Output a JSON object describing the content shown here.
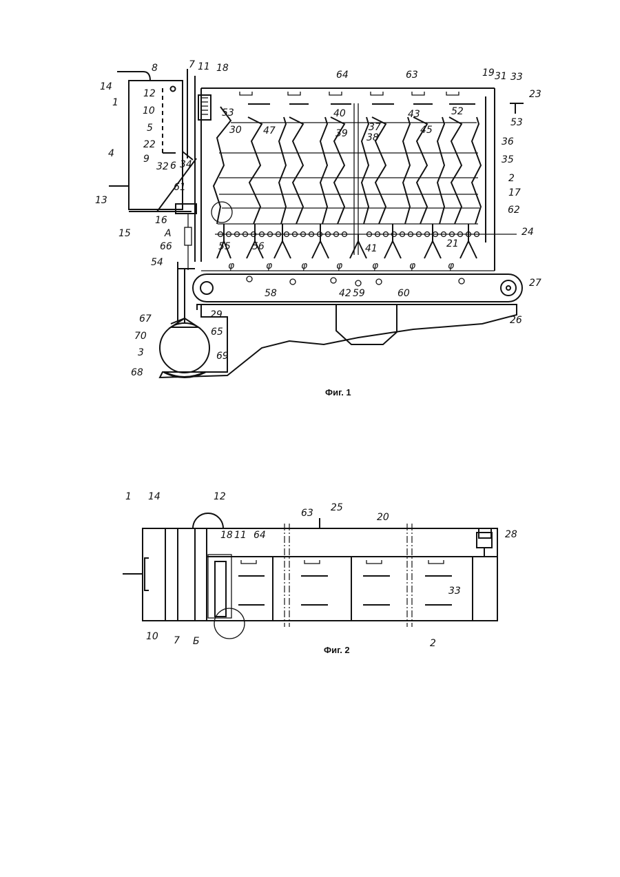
{
  "figures": [
    {
      "caption": "Фиг. 1",
      "labels": [
        "1",
        "2",
        "3",
        "4",
        "5",
        "6",
        "7",
        "8",
        "9",
        "10",
        "11",
        "12",
        "13",
        "14",
        "15",
        "16",
        "17",
        "18",
        "19",
        "21",
        "22",
        "23",
        "24",
        "26",
        "27",
        "29",
        "30",
        "31",
        "32",
        "33",
        "34",
        "35",
        "36",
        "37",
        "38",
        "39",
        "40",
        "41",
        "42",
        "43",
        "45",
        "47",
        "52",
        "53",
        "54",
        "55",
        "56",
        "58",
        "59",
        "60",
        "61",
        "62",
        "63",
        "64",
        "65",
        "66",
        "67",
        "68",
        "69",
        "70",
        "А",
        "53"
      ]
    },
    {
      "caption": "Фиг. 2",
      "labels": [
        "1",
        "14",
        "12",
        "63",
        "25",
        "20",
        "28",
        "18",
        "11",
        "64",
        "33",
        "10",
        "7",
        "Б",
        "2"
      ]
    }
  ],
  "colors": {
    "ink": "#111111",
    "paper": "#ffffff"
  }
}
